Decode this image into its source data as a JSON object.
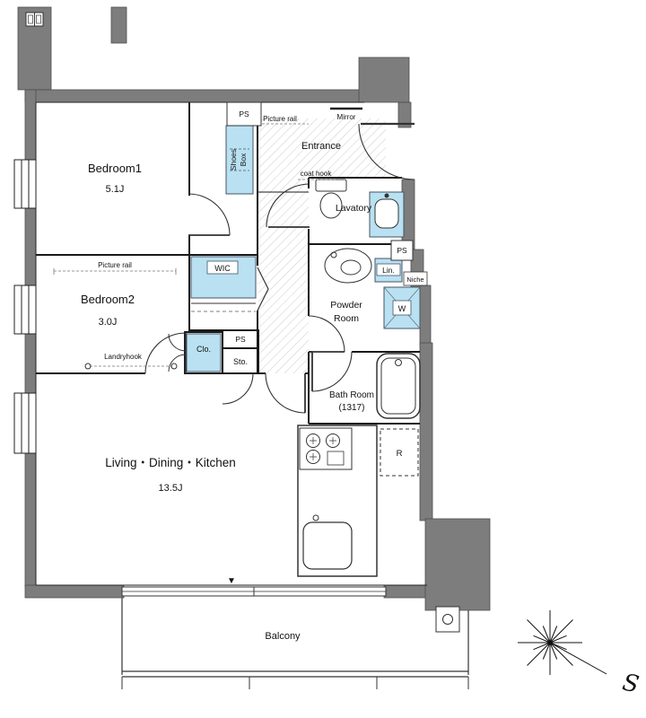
{
  "floorplan": {
    "rooms": {
      "bedroom1": {
        "label": "Bedroom1",
        "size": "5.1J"
      },
      "bedroom2": {
        "label": "Bedroom2",
        "size": "3.0J"
      },
      "ldk": {
        "label": "Living・Dining・Kitchen",
        "size": "13.5J"
      },
      "entrance": {
        "label": "Entrance"
      },
      "lavatory": {
        "label": "Lavatory"
      },
      "powder": {
        "line1": "Powder",
        "line2": "Room"
      },
      "bathroom": {
        "label": "Bath Room",
        "size": "(1317)"
      },
      "wic": {
        "label": "WIC"
      },
      "balcony": {
        "label": "Balcony"
      }
    },
    "storage": {
      "shoes_line1": "Shoes",
      "shoes_line2": "Box",
      "closet": "Clo.",
      "storage": "Sto.",
      "linen": "Lin."
    },
    "fixtures": {
      "washer": "W",
      "fridge": "R"
    },
    "annotations": {
      "ps": "PS",
      "picture_rail": "Picture rail",
      "mirror": "Mirror",
      "coat_hook": "coat hook",
      "laundry_hook": "Landryhook",
      "niche": "Niche",
      "compass_letter": "S",
      "balcony_marker": "▼"
    },
    "colors": {
      "wall_gray": "#7d7d7d",
      "fixture_blue": "#b9e1f2",
      "line": "#1a1a1a"
    }
  }
}
